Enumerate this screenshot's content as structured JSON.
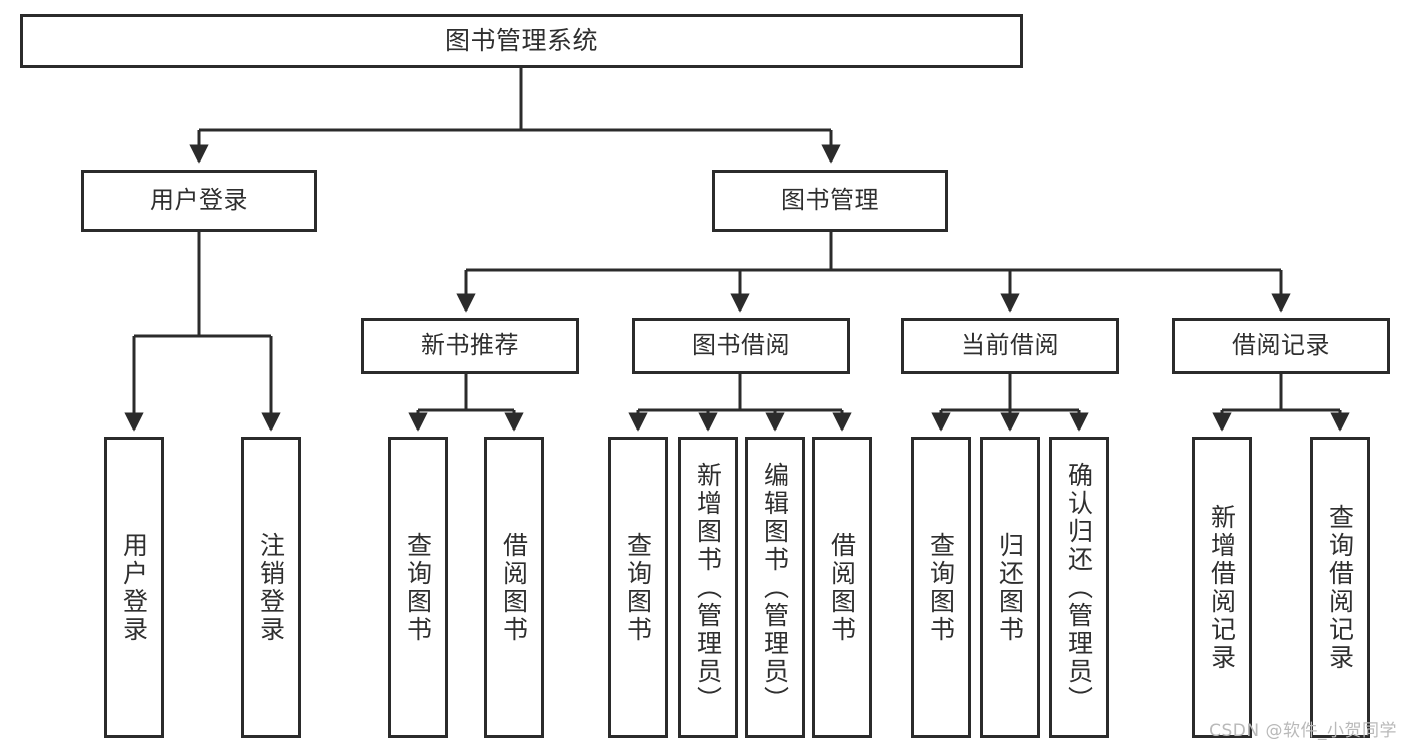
{
  "diagram": {
    "title": "图书管理系统",
    "type": "tree",
    "watermark": "CSDN @软件_小贺同学",
    "colors": {
      "box_stroke": "#2b2b2b",
      "box_fill": "#ffffff",
      "connector": "#2b2b2b",
      "text": "#2f2f2f",
      "watermark": "#b9b9b9"
    },
    "nodes": {
      "root": {
        "label": "图书管理系统"
      },
      "level1": [
        {
          "label": "用户登录"
        },
        {
          "label": "图书管理"
        }
      ],
      "level2": [
        {
          "label": "新书推荐"
        },
        {
          "label": "图书借阅"
        },
        {
          "label": "当前借阅"
        },
        {
          "label": "借阅记录"
        }
      ],
      "leaves": {
        "user_login": [
          {
            "label": "用户登录"
          },
          {
            "label": "注销登录"
          }
        ],
        "new_book_recommend": [
          {
            "label": "查询图书"
          },
          {
            "label": "借阅图书"
          }
        ],
        "book_borrow": [
          {
            "label": "查询图书"
          },
          {
            "label": "新增图书（管理员）"
          },
          {
            "label": "编辑图书（管理员）"
          },
          {
            "label": "借阅图书"
          }
        ],
        "current_borrow": [
          {
            "label": "查询图书"
          },
          {
            "label": "归还图书"
          },
          {
            "label": "确认归还（管理员）"
          }
        ],
        "borrow_record": [
          {
            "label": "新增借阅记录"
          },
          {
            "label": "查询借阅记录"
          }
        ]
      }
    }
  }
}
